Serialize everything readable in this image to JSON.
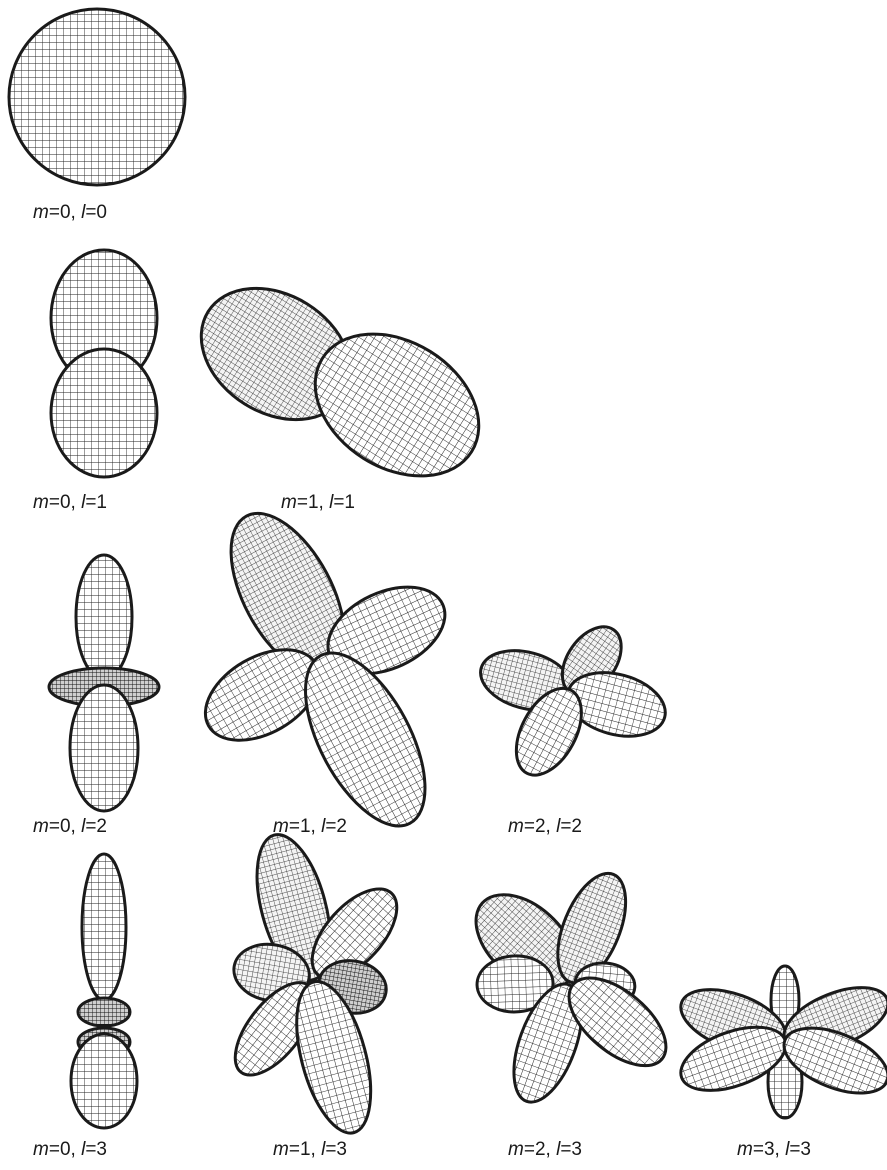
{
  "figure": {
    "stroke_color": "#1a1a1a",
    "fill_color": "#ffffff",
    "panels": [
      {
        "m": 0,
        "l": 0,
        "m_symbol": "m",
        "l_symbol": "l",
        "eq": "=",
        "sep": ", ",
        "m_value": "0",
        "l_value": "0"
      },
      {
        "m": 0,
        "l": 1,
        "m_symbol": "m",
        "l_symbol": "l",
        "eq": "=",
        "sep": ", ",
        "m_value": "0",
        "l_value": "1"
      },
      {
        "m": 1,
        "l": 1,
        "m_symbol": "m",
        "l_symbol": "l",
        "eq": "=",
        "sep": ", ",
        "m_value": "1",
        "l_value": "1"
      },
      {
        "m": 0,
        "l": 2,
        "m_symbol": "m",
        "l_symbol": "l",
        "eq": "=",
        "sep": ", ",
        "m_value": "0",
        "l_value": "2"
      },
      {
        "m": 1,
        "l": 2,
        "m_symbol": "m",
        "l_symbol": "l",
        "eq": "=",
        "sep": ", ",
        "m_value": "1",
        "l_value": "2"
      },
      {
        "m": 2,
        "l": 2,
        "m_symbol": "m",
        "l_symbol": "l",
        "eq": "=",
        "sep": ", ",
        "m_value": "2",
        "l_value": "2"
      },
      {
        "m": 0,
        "l": 3,
        "m_symbol": "m",
        "l_symbol": "l",
        "eq": "=",
        "sep": ", ",
        "m_value": "0",
        "l_value": "3"
      },
      {
        "m": 1,
        "l": 3,
        "m_symbol": "m",
        "l_symbol": "l",
        "eq": "=",
        "sep": ", ",
        "m_value": "1",
        "l_value": "3"
      },
      {
        "m": 2,
        "l": 3,
        "m_symbol": "m",
        "l_symbol": "l",
        "eq": "=",
        "sep": ", ",
        "m_value": "2",
        "l_value": "3"
      },
      {
        "m": 3,
        "l": 3,
        "m_symbol": "m",
        "l_symbol": "l",
        "eq": "=",
        "sep": ", ",
        "m_value": "3",
        "l_value": "3"
      }
    ]
  }
}
